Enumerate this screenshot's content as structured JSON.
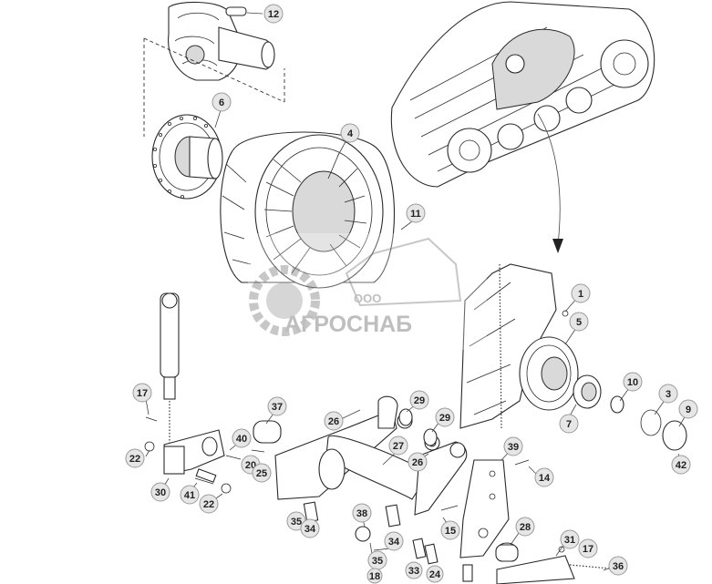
{
  "diagram": {
    "callouts": [
      {
        "id": "c12",
        "label": "12"
      },
      {
        "id": "c6",
        "label": "6"
      },
      {
        "id": "c4",
        "label": "4"
      },
      {
        "id": "c11",
        "label": "11"
      },
      {
        "id": "c1",
        "label": "1"
      },
      {
        "id": "c5",
        "label": "5"
      },
      {
        "id": "c10",
        "label": "10"
      },
      {
        "id": "c3",
        "label": "3"
      },
      {
        "id": "c9",
        "label": "9"
      },
      {
        "id": "c42",
        "label": "42"
      },
      {
        "id": "c7",
        "label": "7"
      },
      {
        "id": "c17a",
        "label": "17"
      },
      {
        "id": "c37",
        "label": "37"
      },
      {
        "id": "c26a",
        "label": "26"
      },
      {
        "id": "c29a",
        "label": "29"
      },
      {
        "id": "c29b",
        "label": "29"
      },
      {
        "id": "c40",
        "label": "40"
      },
      {
        "id": "c22a",
        "label": "22"
      },
      {
        "id": "c20",
        "label": "20"
      },
      {
        "id": "c25",
        "label": "25"
      },
      {
        "id": "c27",
        "label": "27"
      },
      {
        "id": "c26b",
        "label": "26"
      },
      {
        "id": "c39",
        "label": "39"
      },
      {
        "id": "c14",
        "label": "14"
      },
      {
        "id": "c30",
        "label": "30"
      },
      {
        "id": "c41",
        "label": "41"
      },
      {
        "id": "c22b",
        "label": "22"
      },
      {
        "id": "c35a",
        "label": "35"
      },
      {
        "id": "c34a",
        "label": "34"
      },
      {
        "id": "c38",
        "label": "38"
      },
      {
        "id": "c15",
        "label": "15"
      },
      {
        "id": "c28",
        "label": "28"
      },
      {
        "id": "c34b",
        "label": "34"
      },
      {
        "id": "c31",
        "label": "31"
      },
      {
        "id": "c17b",
        "label": "17"
      },
      {
        "id": "c35b",
        "label": "35"
      },
      {
        "id": "c18",
        "label": "18"
      },
      {
        "id": "c33",
        "label": "33"
      },
      {
        "id": "c24",
        "label": "24"
      },
      {
        "id": "c36",
        "label": "36"
      }
    ]
  },
  "watermark": {
    "prefix": "ООО",
    "brand": "АГРОСНАБ"
  }
}
